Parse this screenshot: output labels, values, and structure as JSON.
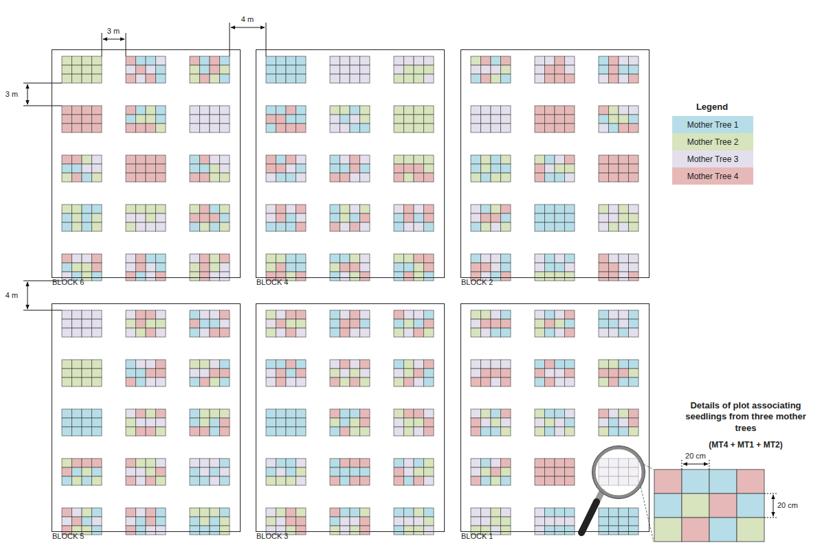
{
  "diagram": {
    "nodes": [
      {
        "text": [
          "BLOCK 6"
        ]
      },
      {
        "text": [
          "BLOCK 4"
        ]
      },
      {
        "text": [
          "BLOCK 2"
        ]
      },
      {
        "text": [
          "BLOCK 5"
        ]
      },
      {
        "text": [
          "BLOCK 3"
        ]
      },
      {
        "text": [
          "BLOCK 1"
        ]
      }
    ],
    "labels": [
      "3 m",
      "4 m",
      "3 m",
      "4 m",
      "Legend",
      "Details of plot associating seedlings from three mother trees",
      "(MT4 + MT1 + MT2)",
      "20 cm",
      "20 cm"
    ],
    "legend": [
      {
        "text": "Mother Tree 1",
        "color": "#b7dee8"
      },
      {
        "text": "Mother Tree 2",
        "color": "#d7e4bd"
      },
      {
        "text": "Mother Tree 3",
        "color": "#e4dfec"
      },
      {
        "text": "Mother Tree 4",
        "color": "#e6b9b8"
      }
    ]
  }
}
